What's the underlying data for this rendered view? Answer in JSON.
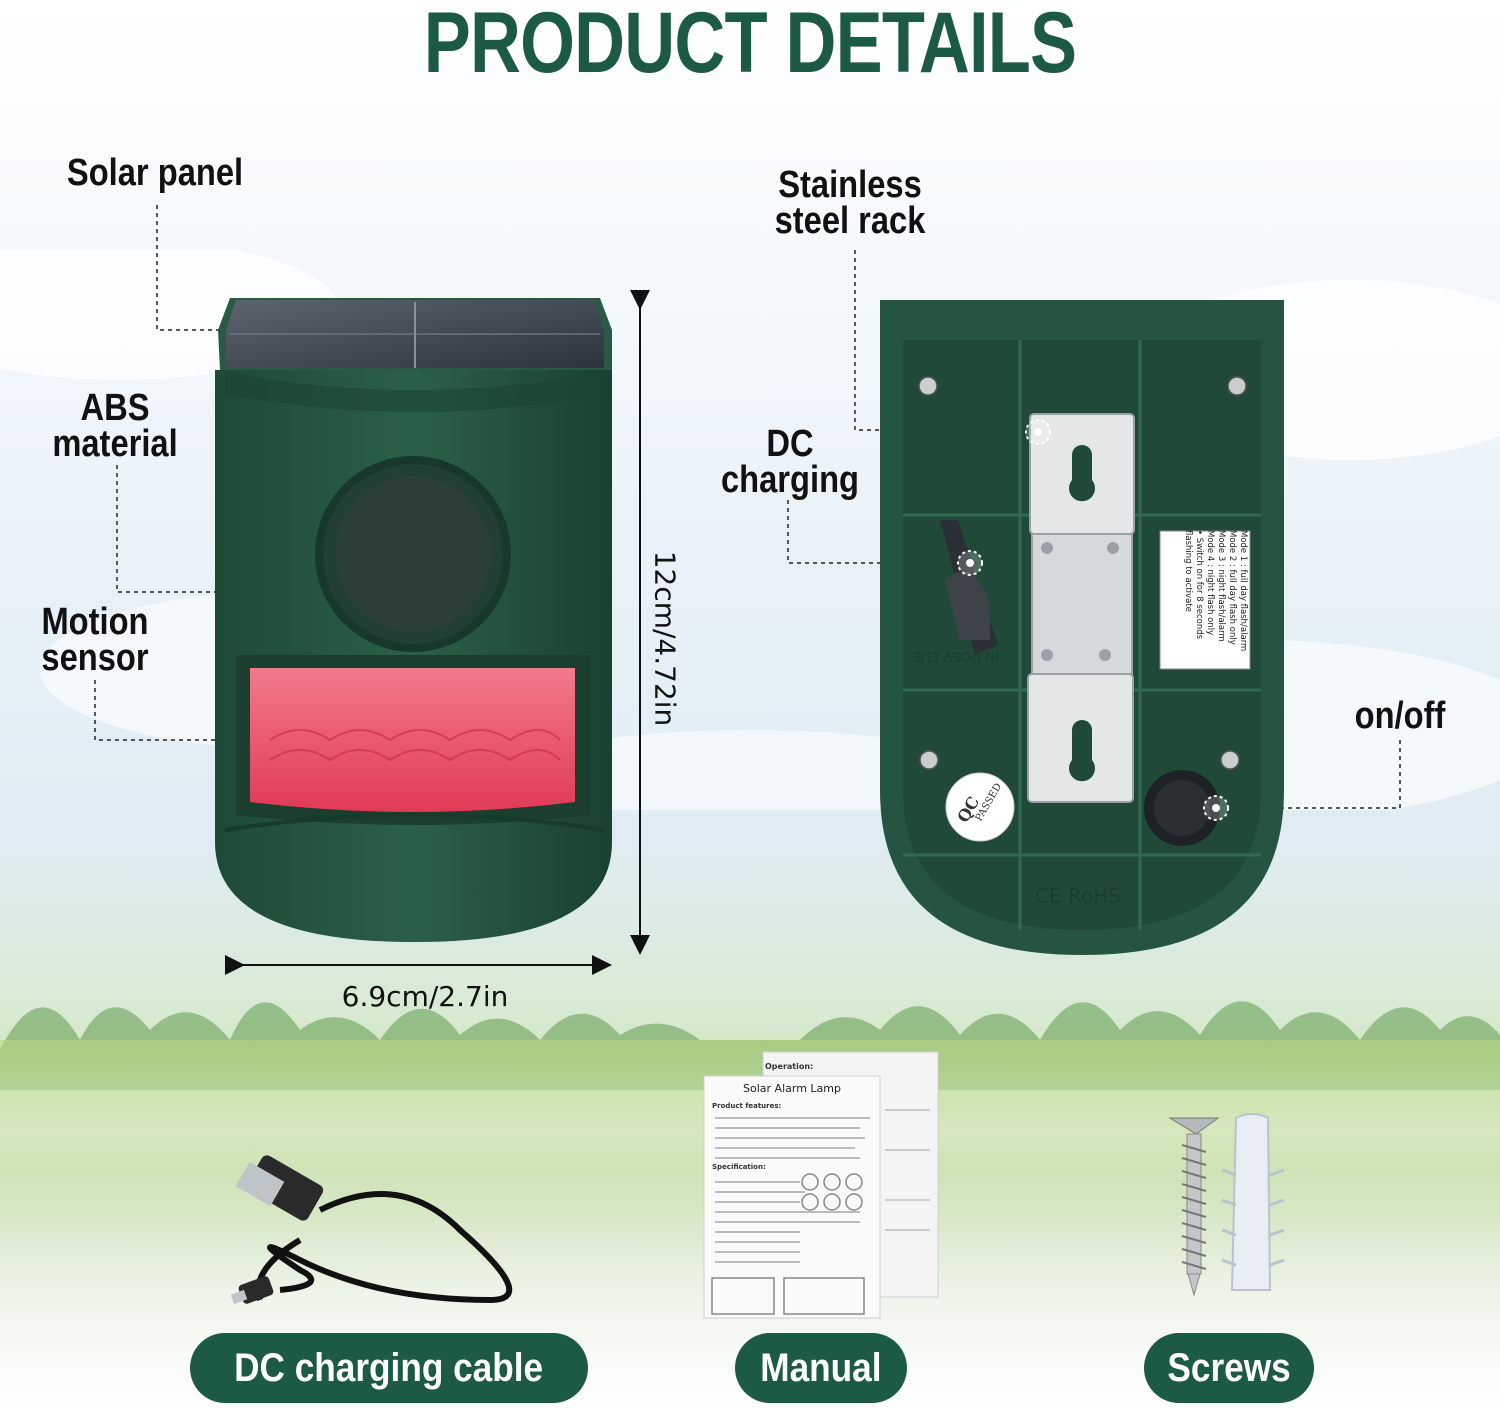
{
  "title": "PRODUCT DETAILS",
  "callouts": {
    "solar_panel": "Solar panel",
    "abs_material": "ABS\nmaterial",
    "motion_sensor": "Motion\nsensor",
    "stainless_rack": "Stainless\nsteel rack",
    "dc_charging": "DC\ncharging",
    "on_off": "on/off"
  },
  "dimensions": {
    "height": "12cm/4.72in",
    "width": "6.9cm/2.7in"
  },
  "back_label": {
    "lines": [
      "Mode 1 : full day flash/alarm",
      "Mode 2 : full day flash only",
      "Mode 3 : night flash/alarm",
      "Mode 4 : night flash only",
      "• Switch on for 8 seconds",
      "flashing to activate"
    ]
  },
  "back_marks": {
    "qc": "QC",
    "passed": "PASSED",
    "ce_rohs": "CE RoHS",
    "engraving": "IN DOSV ELIE"
  },
  "manual": {
    "front_title": "Solar Alarm Lamp",
    "back_title": "Operation:",
    "features_heading": "Product features:",
    "spec_heading": "Specification:"
  },
  "accessories": {
    "cable": "DC charging cable",
    "manual": "Manual",
    "screws": "Screws"
  },
  "colors": {
    "brand_green": "#1d5a45",
    "device_green": "#23533d",
    "sensor_red": "#f0506a"
  }
}
